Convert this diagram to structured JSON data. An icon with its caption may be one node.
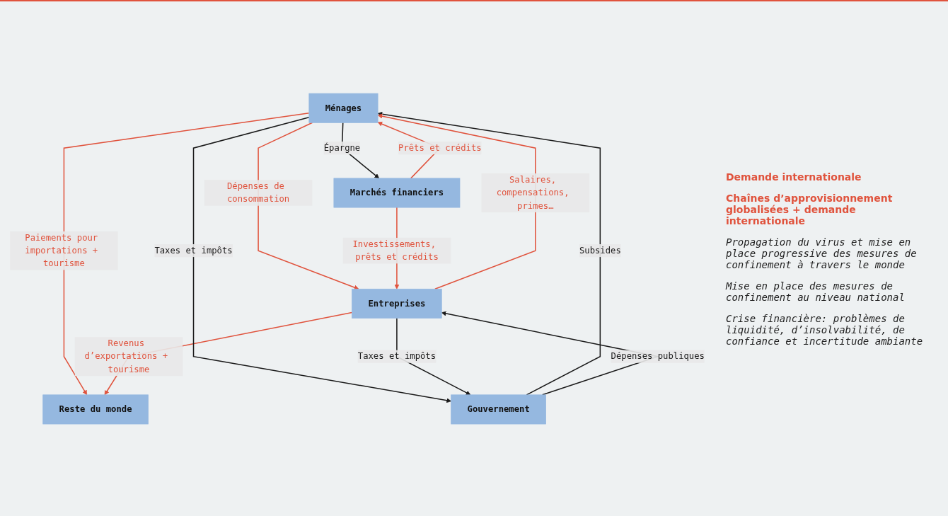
{
  "diagram": {
    "nodes": [
      {
        "text": [
          "Reste du monde"
        ]
      },
      {
        "text": [
          "Ménages"
        ]
      },
      {
        "text": [
          "Gouvernement"
        ]
      },
      {
        "text": [
          "Entreprises"
        ]
      },
      {
        "text": [
          "Marchés financiers"
        ]
      }
    ],
    "edges": [
      {
        "from": 1,
        "to": 0,
        "arrow": "to",
        "label": "Paiements pour importations + tourisme"
      },
      {
        "from": 3,
        "to": 0,
        "arrow": "to",
        "label": "Revenus d’exportations + tourisme"
      },
      {
        "from": 1,
        "to": 3,
        "arrow": "to",
        "label": "Dépenses de consommation"
      },
      {
        "from": 1,
        "to": 2,
        "arrow": "to",
        "label": "Taxes et impôts",
        "color": "#1a1a1a"
      },
      {
        "from": 2,
        "to": 1,
        "arrow": "to",
        "label": "Subsides",
        "color": "#1a1a1a"
      },
      {
        "from": 2,
        "to": 3,
        "arrow": "to",
        "label": "Dépenses publiques",
        "color": "#1a1a1a"
      },
      {
        "from": 3,
        "to": 2,
        "arrow": "to",
        "label": "Taxes et impôts",
        "color": "#1a1a1a"
      },
      {
        "from": 3,
        "to": 1,
        "arrow": "to",
        "label": "Salaires, compensations, primes…"
      },
      {
        "from": 1,
        "to": 4,
        "arrow": "to",
        "label": "Épargne",
        "color": "#1a1a1a"
      },
      {
        "from": 4,
        "to": 1,
        "arrow": "to",
        "label": "Prêts et crédits"
      },
      {
        "from": 4,
        "to": 3,
        "arrow": "to",
        "label": "Investissements, prêts et crédits"
      }
    ],
    "labels": [
      "Demande internationale",
      "Chaînes d’approvisionnement globalisées + demande internationale",
      "Propagation du virus et mise en place progressive des mesures de confinement à travers le monde",
      "Mise en place des mesures de confinement au niveau national",
      "Crise financière: problèmes de liquidité, d’insolvabilité, de confiance et incertitude ambiante"
    ]
  }
}
